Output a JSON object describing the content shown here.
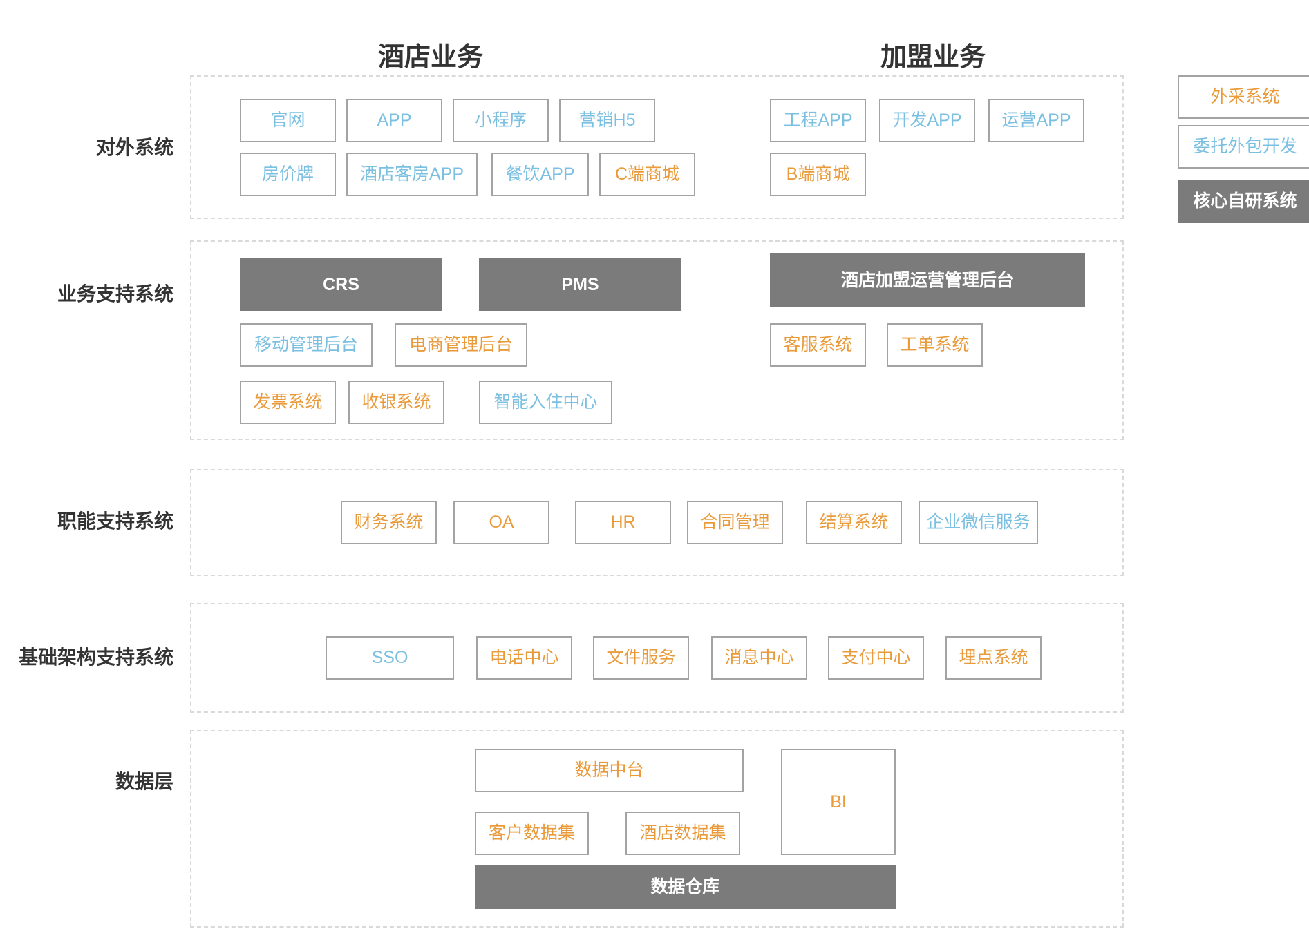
{
  "headings": {
    "hotel": "酒店业务",
    "franchise": "加盟业务"
  },
  "row_labels": {
    "external": "对外系统",
    "business_support": "业务支持系统",
    "function_support": "职能支持系统",
    "infra_support": "基础架构支持系统",
    "data": "数据层"
  },
  "legend": {
    "outsourced": "外采系统",
    "contracted": "委托外包开发",
    "core": "核心自研系统"
  },
  "external": {
    "hotel": [
      "官网",
      "APP",
      "小程序",
      "营销H5",
      "房价牌",
      "酒店客房APP",
      "餐饮APP",
      "C端商城"
    ],
    "franchise": [
      "工程APP",
      "开发APP",
      "运营APP",
      "B端商城"
    ]
  },
  "business_support": {
    "hotel_core": [
      "CRS",
      "PMS"
    ],
    "hotel": [
      "移动管理后台",
      "电商管理后台",
      "发票系统",
      "收银系统",
      "智能入住中心"
    ],
    "franchise_core": "酒店加盟运营管理后台",
    "franchise": [
      "客服系统",
      "工单系统"
    ]
  },
  "function_support": [
    "财务系统",
    "OA",
    "HR",
    "合同管理",
    "结算系统",
    "企业微信服务"
  ],
  "infra_support": [
    "SSO",
    "电话中心",
    "文件服务",
    "消息中心",
    "支付中心",
    "埋点系统"
  ],
  "data_layer": {
    "middle_platform": "数据中台",
    "customer_dataset": "客户数据集",
    "hotel_dataset": "酒店数据集",
    "bi": "BI",
    "warehouse": "数据仓库"
  },
  "colors": {
    "outsourced": "#7cc0e1",
    "contracted": "#e99a3a",
    "core": "#7b7b7b",
    "border": "#a3a3a3",
    "dashed": "#d9d9d9"
  }
}
